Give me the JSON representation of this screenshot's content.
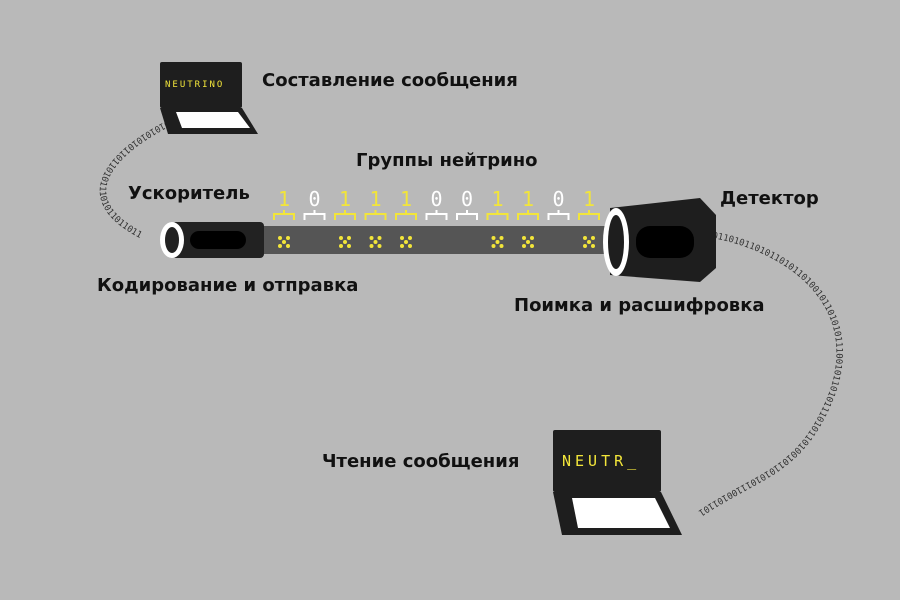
{
  "labels": {
    "compose": "Составление сообщения",
    "groups": "Группы нейтрино",
    "accelerator": "Ускоритель",
    "detector": "Детектор",
    "encode": "Кодирование и отправка",
    "capture": "Поимка и расшифровка",
    "read": "Чтение сообщения"
  },
  "screens": {
    "sender": "NEUTRINO",
    "receiver": "NEUTR_"
  },
  "bits": [
    "1",
    "0",
    "1",
    "1",
    "1",
    "0",
    "0",
    "1",
    "1",
    "0",
    "1"
  ],
  "stream_left": "0101010101101101011101011011011",
  "stream_right": "01101011010110101101001011010101110010110101110101101001011010101110010110101",
  "colors": {
    "background": "#b9b9b9",
    "bit_one": "#f2e53a",
    "bit_zero": "#ffffff",
    "device": "#222222",
    "tube": "#555555"
  }
}
